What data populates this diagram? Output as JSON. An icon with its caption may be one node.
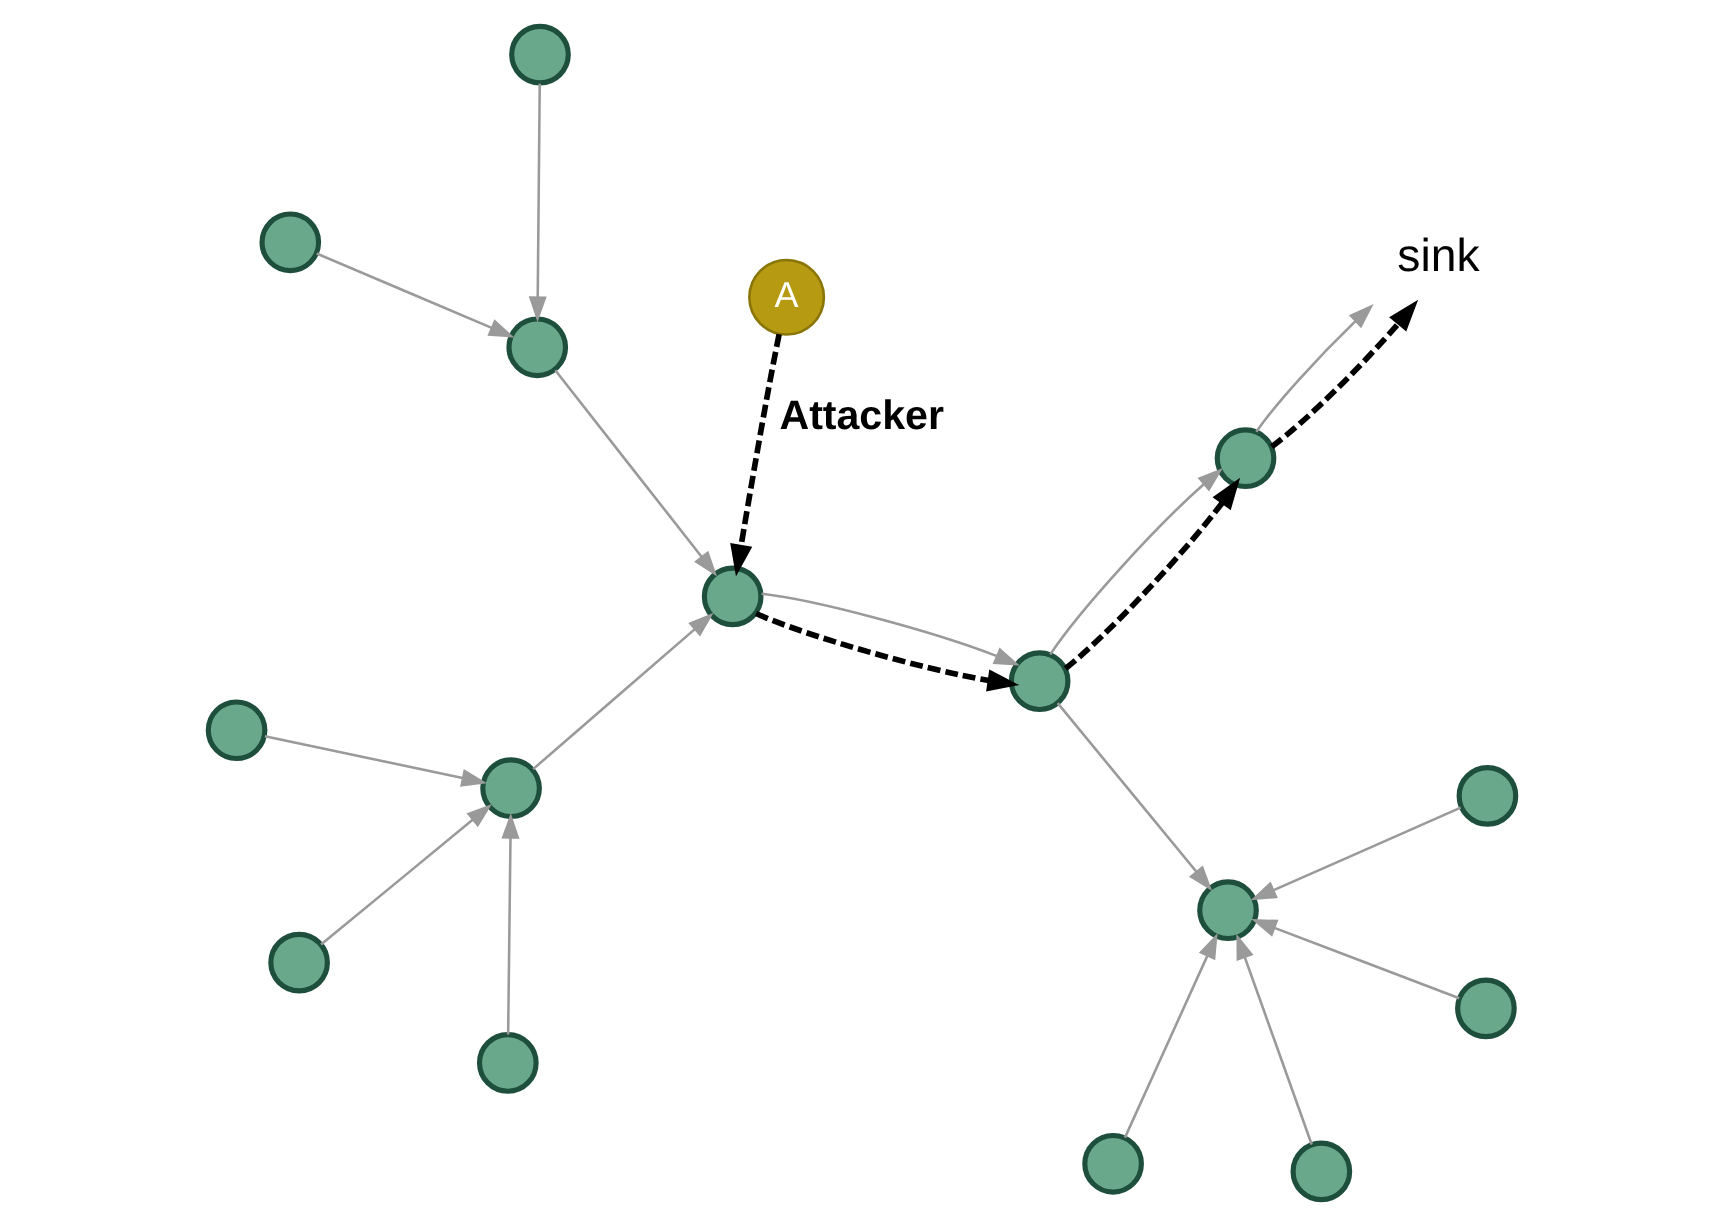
{
  "diagram": {
    "nodes": [
      {
        "text": [],
        "shape": "circle"
      },
      {
        "text": [
          "sink"
        ]
      },
      {
        "text": [],
        "shape": "circle"
      },
      {
        "text": [],
        "shape": "circle"
      },
      {
        "text": [],
        "shape": "circle"
      },
      {
        "text": [],
        "shape": "circle"
      },
      {
        "text": [],
        "shape": "circle"
      },
      {
        "text": [],
        "shape": "circle"
      },
      {
        "text": [],
        "shape": "circle"
      },
      {
        "text": [],
        "shape": "circle"
      },
      {
        "text": [],
        "shape": "circle"
      },
      {
        "text": [],
        "shape": "circle"
      },
      {
        "text": [],
        "shape": "circle"
      },
      {
        "text": [],
        "shape": "circle"
      },
      {
        "text": [
          "A"
        ],
        "beside": [
          "Attacker"
        ]
      },
      {
        "text": [],
        "shape": "circle"
      },
      {
        "text": [],
        "shape": "circle"
      }
    ],
    "edges": [
      {
        "from": 2,
        "to": 5,
        "arrow": "to"
      },
      {
        "from": 0,
        "to": 5,
        "arrow": "to"
      },
      {
        "from": 4,
        "to": 5,
        "arrow": "to"
      },
      {
        "from": 5,
        "to": 9,
        "arrow": "to"
      },
      {
        "from": 11,
        "to": 13,
        "arrow": "to"
      },
      {
        "from": 16,
        "to": 13,
        "arrow": "to"
      },
      {
        "from": 13,
        "to": 9,
        "arrow": "to"
      },
      {
        "from": 9,
        "to": 6,
        "arrow": "to"
      },
      {
        "from": 9,
        "to": 6,
        "arrow": "to",
        "style": "dashed",
        "color": "#000000"
      },
      {
        "from": 6,
        "to": 3,
        "arrow": "to"
      },
      {
        "from": 6,
        "to": 3,
        "arrow": "to",
        "style": "dashed",
        "color": "#000000"
      },
      {
        "from": 3,
        "to": 1,
        "arrow": "to"
      },
      {
        "from": 3,
        "to": 1,
        "arrow": "to",
        "style": "dashed",
        "color": "#000000"
      },
      {
        "from": 6,
        "to": 8,
        "arrow": "to"
      },
      {
        "from": 7,
        "to": 8,
        "arrow": "to"
      },
      {
        "from": 10,
        "to": 8,
        "arrow": "to"
      },
      {
        "from": 12,
        "to": 8,
        "arrow": "to"
      },
      {
        "from": 15,
        "to": 8,
        "arrow": "to"
      },
      {
        "from": 14,
        "to": 9,
        "arrow": "to",
        "style": "dashed",
        "color": "#000000"
      }
    ]
  }
}
